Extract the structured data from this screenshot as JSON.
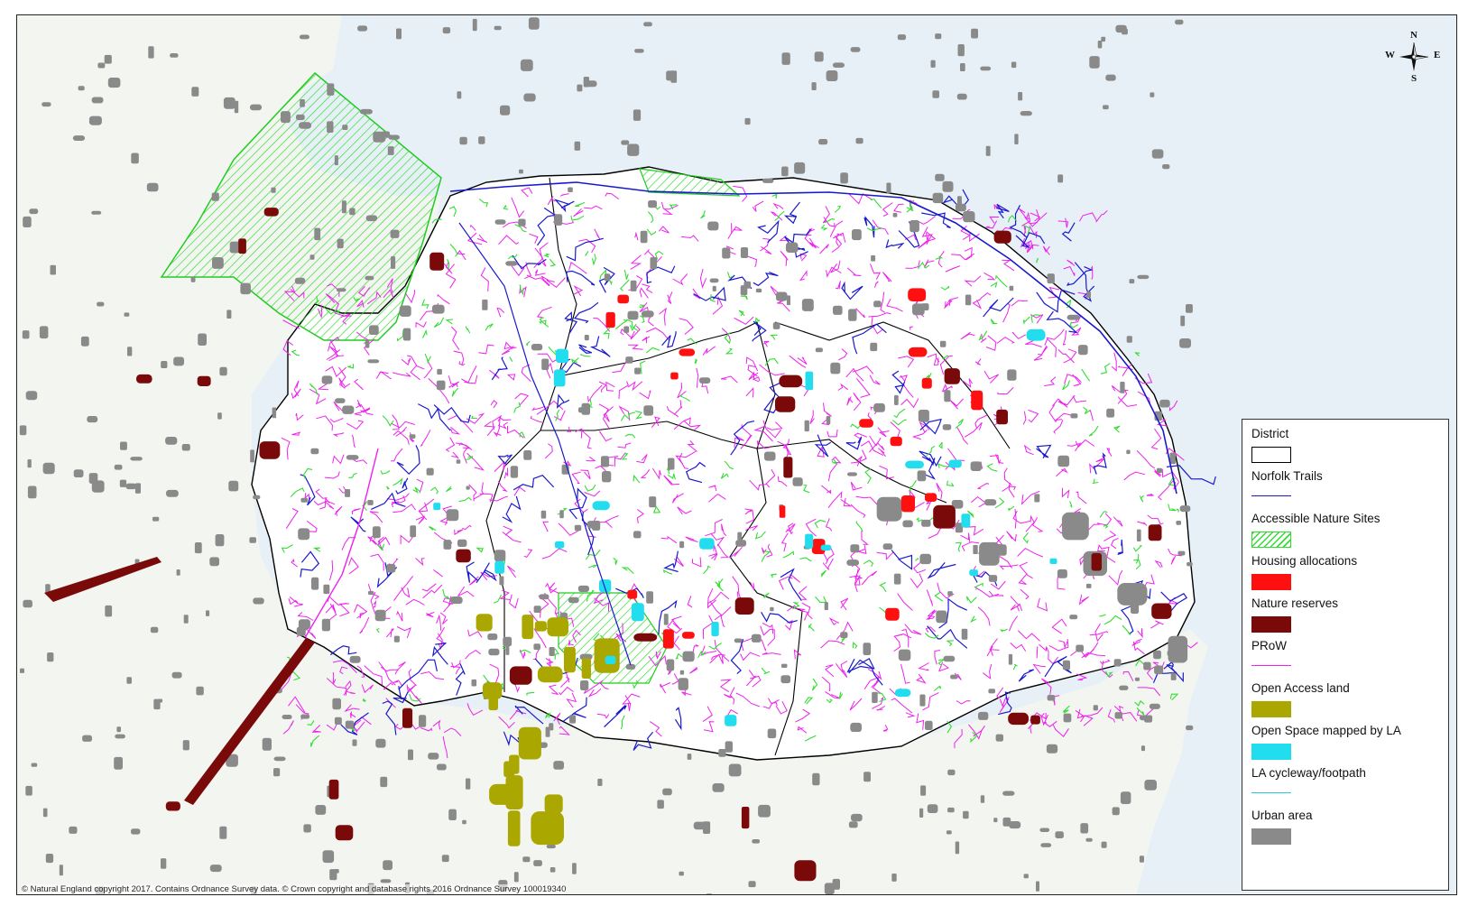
{
  "colors": {
    "sea": "#e6f0f6",
    "land": "#f5f6f2",
    "county": "#ffffff",
    "district": "#000000",
    "norfolk_trails": "#1a1acc",
    "accessible_nature": "#33dd33",
    "housing": "#ff1010",
    "nature_reserves": "#7a0a0a",
    "prow": "#ee22ee",
    "open_access": "#aaa800",
    "open_space": "#22ddee",
    "la_cycleway": "#22ccdd",
    "urban": "#8a8a8a"
  },
  "compass": {
    "n": "N",
    "s": "S",
    "e": "E",
    "w": "W"
  },
  "legend": {
    "items": [
      {
        "label": "District",
        "style": "box",
        "color_key": "district"
      },
      {
        "label": "Norfolk Trails",
        "style": "line",
        "color_key": "norfolk_trails"
      },
      {
        "label": "Accessible Nature Sites",
        "style": "hatch",
        "color_key": "accessible_nature"
      },
      {
        "label": "Housing allocations",
        "style": "fill",
        "color_key": "housing"
      },
      {
        "label": "Nature reserves",
        "style": "fill",
        "color_key": "nature_reserves"
      },
      {
        "label": "PRoW",
        "style": "line",
        "color_key": "prow"
      },
      {
        "label": "Open Access land",
        "style": "fill",
        "color_key": "open_access"
      },
      {
        "label": "Open Space mapped by LA",
        "style": "fill",
        "color_key": "open_space"
      },
      {
        "label": "LA cycleway/footpath",
        "style": "line",
        "color_key": "la_cycleway"
      },
      {
        "label": "Urban area",
        "style": "fill",
        "color_key": "urban"
      }
    ]
  },
  "credit": "© Natural England copyright 2017. Contains Ordnance Survey data. © Crown copyright and database rights 2016 Ordnance Survey 100019340"
}
